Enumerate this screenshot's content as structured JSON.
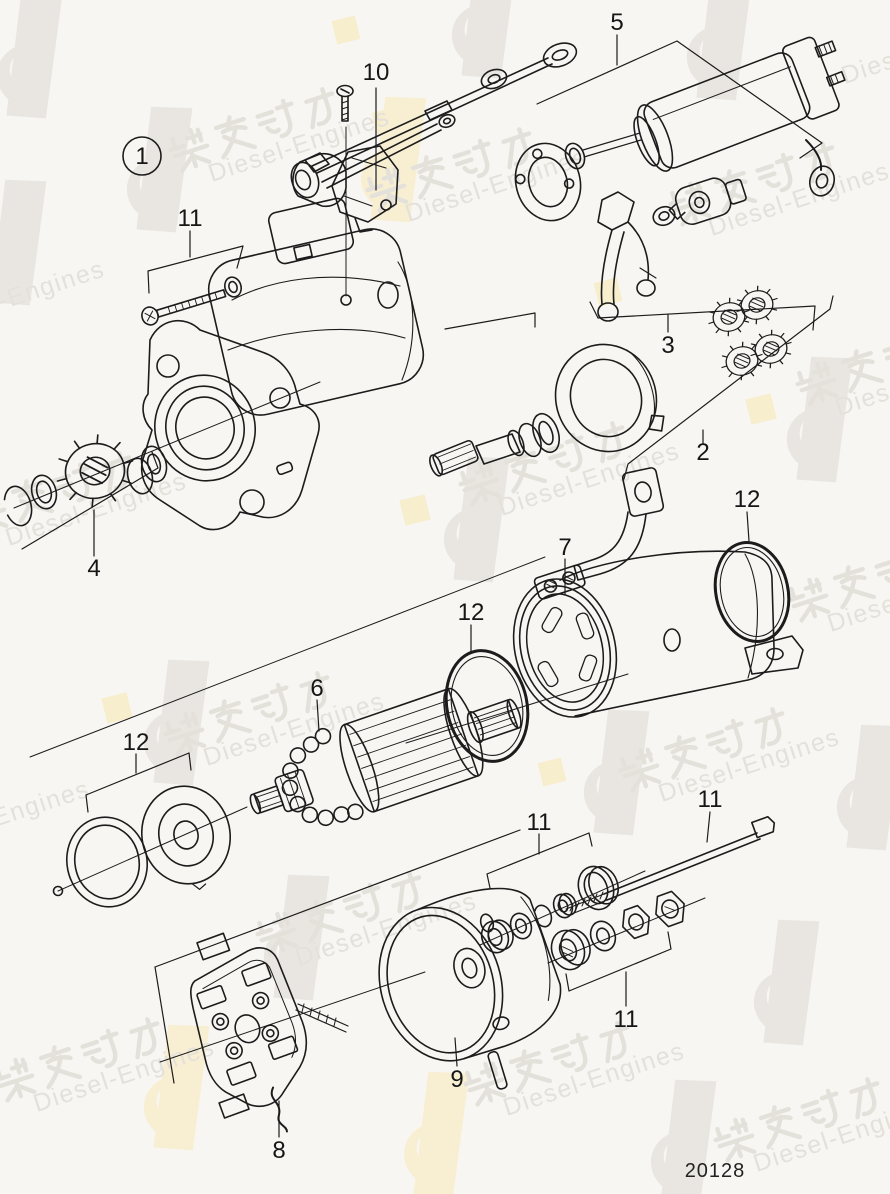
{
  "figure": {
    "drawing_no": "20128",
    "callouts": [
      {
        "label": "1",
        "circled": true
      },
      {
        "label": "10"
      },
      {
        "label": "5"
      },
      {
        "label": "11"
      },
      {
        "label": "3"
      },
      {
        "label": "2"
      },
      {
        "label": "12"
      },
      {
        "label": "7"
      },
      {
        "label": "12"
      },
      {
        "label": "6"
      },
      {
        "label": "12"
      },
      {
        "label": "4"
      },
      {
        "label": "11"
      },
      {
        "label": "11"
      },
      {
        "label": "11"
      },
      {
        "label": "9"
      },
      {
        "label": "8"
      }
    ]
  },
  "watermark": {
    "cn": "柴发动力",
    "en": "Diesel-Engines",
    "gray": "#e9e6e1",
    "yellow": "#f8efd3"
  }
}
